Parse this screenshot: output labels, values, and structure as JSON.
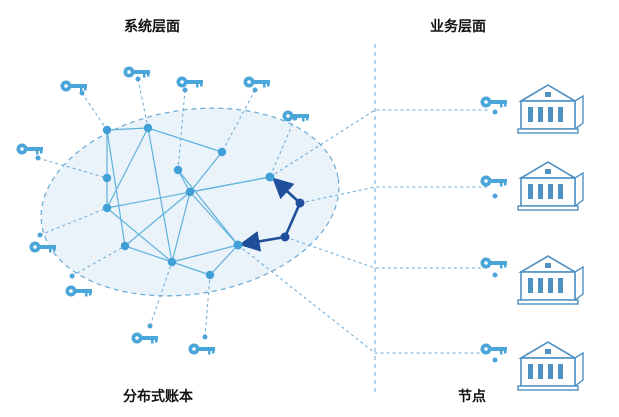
{
  "labels": {
    "system_layer": "系统层面",
    "business_layer": "业务层面",
    "ledger": "分布式账本",
    "nodes": "节点"
  },
  "colors": {
    "key": "#4aa6d9",
    "line": "#5fb2dc",
    "dashed": "#6aa9d6",
    "ellipse_fill": "#eaf3fa",
    "path": "#1f4f9a",
    "building": "#4f91c3"
  },
  "icons": {
    "key": "key-icon",
    "building": "bank-building-icon"
  }
}
